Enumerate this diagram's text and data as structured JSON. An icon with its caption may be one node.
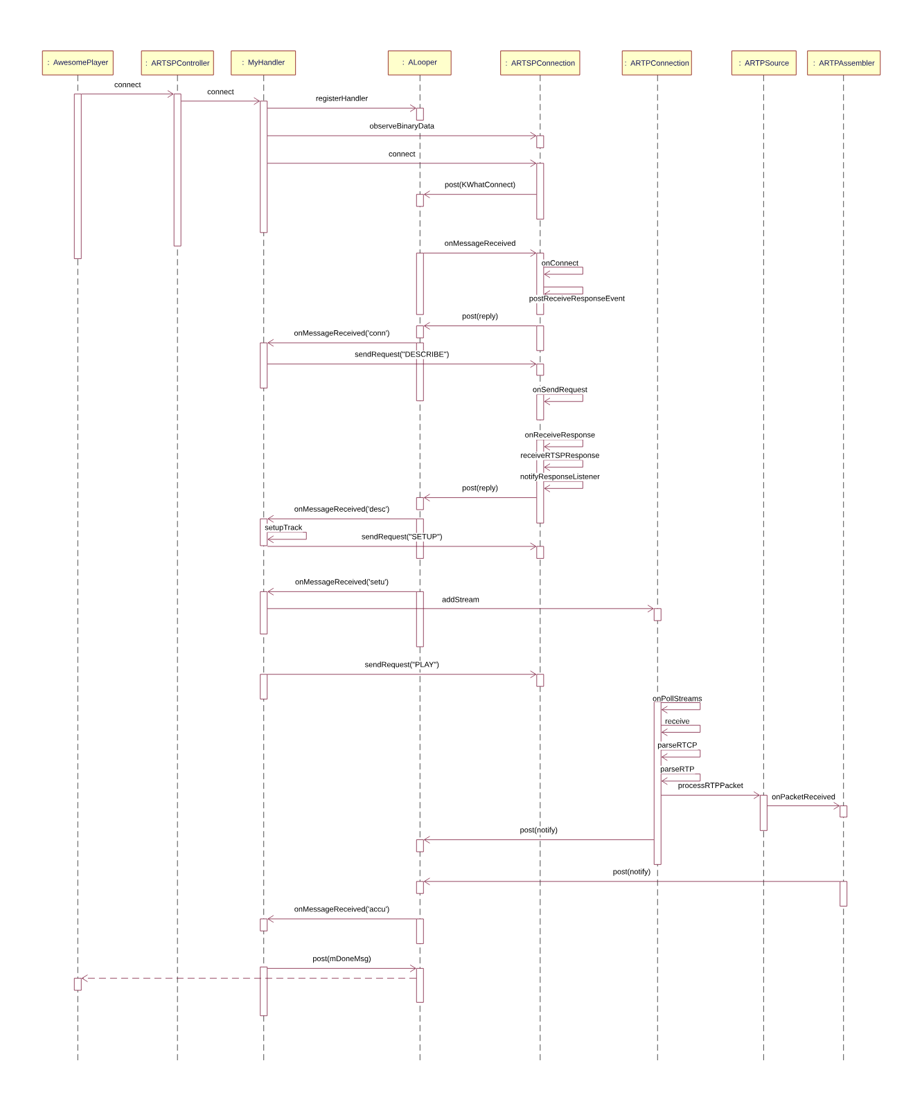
{
  "diagram": {
    "nodes": [
      {
        "text": [
          ": AwesomePlayer"
        ]
      },
      {
        "text": [
          ": ARTSPController"
        ]
      },
      {
        "text": [
          ": MyHandler"
        ]
      },
      {
        "text": [
          ": ALooper"
        ]
      },
      {
        "text": [
          ": ARTSPConnection"
        ]
      },
      {
        "text": [
          ": ARTPConnection"
        ]
      },
      {
        "text": [
          ": ARTPSource"
        ]
      },
      {
        "text": [
          ": ARTPAssembler"
        ]
      },
      {
        "text": [],
        "shape": "bar"
      },
      {
        "text": [],
        "shape": "bar"
      },
      {
        "text": [],
        "shape": "bar"
      },
      {
        "text": [],
        "shape": "bar"
      },
      {
        "text": [],
        "shape": "bar"
      },
      {
        "text": [],
        "shape": "bar"
      },
      {
        "text": [],
        "shape": "bar"
      },
      {
        "text": [],
        "shape": "bar"
      },
      {
        "text": [],
        "shape": "bar"
      },
      {
        "text": [],
        "shape": "bar"
      },
      {
        "text": [],
        "shape": "bar"
      },
      {
        "text": [],
        "shape": "bar"
      },
      {
        "text": [],
        "shape": "bar"
      },
      {
        "text": [],
        "shape": "bar"
      },
      {
        "text": [],
        "shape": "bar"
      },
      {
        "text": [],
        "shape": "bar"
      },
      {
        "text": [],
        "shape": "bar"
      },
      {
        "text": [],
        "shape": "bar"
      },
      {
        "text": [],
        "shape": "bar"
      },
      {
        "text": [],
        "shape": "bar"
      },
      {
        "text": [],
        "shape": "bar"
      },
      {
        "text": [],
        "shape": "bar"
      },
      {
        "text": [],
        "shape": "bar"
      },
      {
        "text": [],
        "shape": "bar"
      },
      {
        "text": [],
        "shape": "bar"
      },
      {
        "text": [],
        "shape": "bar"
      },
      {
        "text": [],
        "shape": "bar"
      },
      {
        "text": [],
        "shape": "bar"
      },
      {
        "text": [],
        "shape": "bar"
      },
      {
        "text": [],
        "shape": "bar"
      },
      {
        "text": [],
        "shape": "bar"
      },
      {
        "text": [],
        "shape": "bar"
      },
      {
        "text": [],
        "shape": "bar"
      },
      {
        "text": [],
        "shape": "bar"
      },
      {
        "text": [],
        "shape": "bar"
      },
      {
        "text": [],
        "shape": "bar"
      }
    ],
    "edges": [
      {
        "from": 8,
        "to": 9,
        "arrow": "to",
        "label": "connect"
      },
      {
        "from": 9,
        "to": 10,
        "arrow": "to",
        "label": "connect"
      },
      {
        "from": 10,
        "to": 11,
        "arrow": "to",
        "label": "registerHandler"
      },
      {
        "from": 10,
        "to": 12,
        "arrow": "to",
        "label": "observeBinaryData"
      },
      {
        "from": 10,
        "to": 13,
        "arrow": "to",
        "label": "connect"
      },
      {
        "from": 13,
        "to": 14,
        "arrow": "to",
        "label": "post(KWhatConnect)"
      },
      {
        "from": 15,
        "to": 16,
        "arrow": "to",
        "label": "onMessageReceived"
      },
      {
        "from": 16,
        "to": 16,
        "arrow": "to",
        "label": "onConnect"
      },
      {
        "from": 16,
        "to": 16,
        "arrow": "to",
        "label": "postReceiveResponseEvent"
      },
      {
        "from": 18,
        "to": 17,
        "arrow": "to",
        "label": "post(reply)"
      },
      {
        "from": 20,
        "to": 19,
        "arrow": "to",
        "label": "onMessageReceived('conn')"
      },
      {
        "from": 19,
        "to": 21,
        "arrow": "to",
        "label": "sendRequest(\"DESCRIBE\")"
      },
      {
        "from": 22,
        "to": 22,
        "arrow": "to",
        "label": "onSendRequest"
      },
      {
        "from": 23,
        "to": 23,
        "arrow": "to",
        "label": "onReceiveResponse"
      },
      {
        "from": 23,
        "to": 23,
        "arrow": "to",
        "label": "receiveRTSPResponse"
      },
      {
        "from": 23,
        "to": 23,
        "arrow": "to",
        "label": "notifyResponseListener"
      },
      {
        "from": 23,
        "to": 24,
        "arrow": "to",
        "label": "post(reply)"
      },
      {
        "from": 26,
        "to": 25,
        "arrow": "to",
        "label": "onMessageReceived('desc')"
      },
      {
        "from": 25,
        "to": 25,
        "arrow": "to",
        "label": "setupTrack"
      },
      {
        "from": 25,
        "to": 27,
        "arrow": "to",
        "label": "sendRequest(\"SETUP\")"
      },
      {
        "from": 29,
        "to": 28,
        "arrow": "to",
        "label": "onMessageReceived('setu')"
      },
      {
        "from": 28,
        "to": 30,
        "arrow": "to",
        "label": "addStream"
      },
      {
        "from": 31,
        "to": 32,
        "arrow": "to",
        "label": "sendRequest(\"PLAY\")"
      },
      {
        "from": 33,
        "to": 33,
        "arrow": "to",
        "label": "onPollStreams"
      },
      {
        "from": 33,
        "to": 33,
        "arrow": "to",
        "label": "receive"
      },
      {
        "from": 33,
        "to": 33,
        "arrow": "to",
        "label": "parseRTCP"
      },
      {
        "from": 33,
        "to": 33,
        "arrow": "to",
        "label": "parseRTP"
      },
      {
        "from": 33,
        "to": 34,
        "arrow": "to",
        "label": "processRTPPacket"
      },
      {
        "from": 34,
        "to": 35,
        "arrow": "to",
        "label": "onPacketReceived"
      },
      {
        "from": 33,
        "to": 36,
        "arrow": "to",
        "label": "post(notify)"
      },
      {
        "from": 38,
        "to": 37,
        "arrow": "to",
        "label": "post(notify)"
      },
      {
        "from": 40,
        "to": 39,
        "arrow": "to",
        "label": "onMessageReceived('accu')"
      },
      {
        "from": 41,
        "to": 42,
        "arrow": "to",
        "label": "post(mDoneMsg)"
      },
      {
        "from": 42,
        "to": 43,
        "arrow": "to",
        "style": "dashed"
      }
    ]
  }
}
